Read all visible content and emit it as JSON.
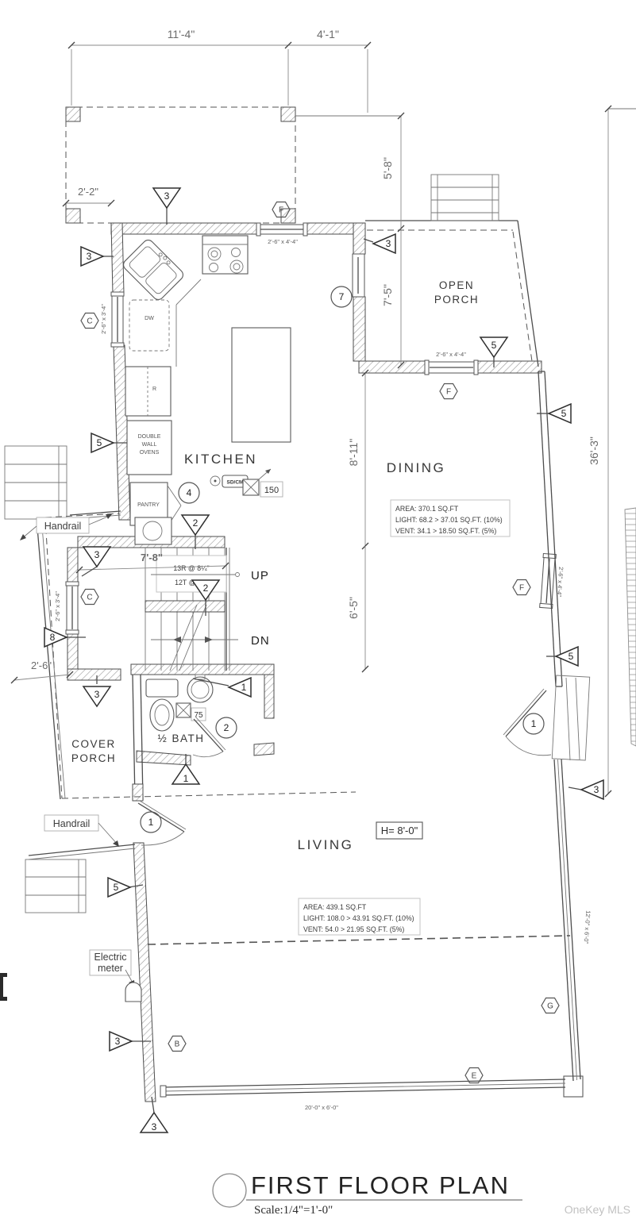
{
  "watermark": "OneKey MLS",
  "title": {
    "main": "FIRST  FLOOR PLAN",
    "scale": "Scale:1/4\"=1'-0\""
  },
  "rooms": {
    "kitchen": "KITCHEN",
    "dining": "DINING",
    "living": "LIVING",
    "open_porch": [
      "OPEN",
      "PORCH"
    ],
    "cover_porch": [
      "COVER",
      "PORCH"
    ],
    "half_bath": "½ BATH"
  },
  "dims": {
    "d11_4": "11'-4\"",
    "d4_1": "4'-1\"",
    "d2_2": "2'-2\"",
    "d5_8": "5'-8\"",
    "d7_5": "7'-5\"",
    "d8_11": "8'-11\"",
    "d6_5": "6'-5\"",
    "d2_6": "2'-6\"",
    "d7_8": "7'-8\"",
    "d36_3": "36'-3\""
  },
  "windows": {
    "kitchen_top": "2'-6\" x 4'-4\"",
    "kitchen_left": "2'-6\" x 3'-4\"",
    "stair_left": "2'-6\" x 3'-4\"",
    "porch": "2'-6\" x 4'-4\"",
    "dining_right": "2'-6\" x 4'-4\"",
    "living_right": "12'-0\" x 6'-0\"",
    "living_bottom": "20'-0\" x 6'-0\""
  },
  "labels": {
    "up": "UP",
    "dn": "DN",
    "handrail": "Handrail",
    "electric_meter": [
      "Electric",
      "meter"
    ],
    "height": "H= 8'-0\"",
    "stair_note": [
      "13R @ 8¼\"",
      "12T @ 10\""
    ],
    "fan_kitchen": "150",
    "fan_bath": "75",
    "sd_cm": "SD/CM",
    "dw": "DW",
    "fridge": "R",
    "ovens": [
      "DOUBLE",
      "WALL",
      "OVENS"
    ],
    "pantry": "PANTRY"
  },
  "notes": {
    "dining": [
      "AREA: 370.1 SQ.FT",
      "LIGHT: 68.2 > 37.01 SQ.FT. (10%)",
      "VENT: 34.1 > 18.50 SQ.FT. (5%)"
    ],
    "living": [
      "AREA: 439.1 SQ.FT",
      "LIGHT: 108.0 > 43.91 SQ.FT. (10%)",
      "VENT: 54.0 > 21.95 SQ.FT. (5%)"
    ]
  },
  "callouts": {
    "n1": "1",
    "n2": "2",
    "n3": "3",
    "n4": "4",
    "n5": "5",
    "n7": "7",
    "n8": "8",
    "hB": "B",
    "hC": "C",
    "hE": "E",
    "hF": "F",
    "hG": "G"
  }
}
